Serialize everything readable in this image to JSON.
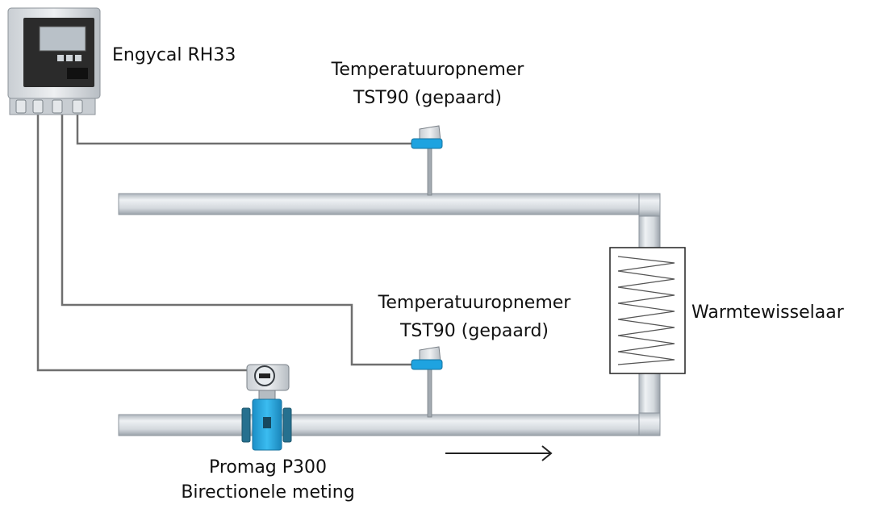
{
  "labels": {
    "calculator": "Engycal RH33",
    "sensor_top_line1": "Temperatuuropnemer",
    "sensor_top_line2": "TST90 (gepaard)",
    "sensor_bottom_line1": "Temperatuuropnemer",
    "sensor_bottom_line2": "TST90 (gepaard)",
    "heat_exchanger": "Warmtewisselaar",
    "flowmeter_line1": "Promag P300",
    "flowmeter_line2": "Birectionele meting"
  },
  "colors": {
    "pipe_fill": "#d4d9df",
    "pipe_edge": "#8e969e",
    "cable": "#6f6f6f",
    "device_blue": "#1ea3e0",
    "device_grey": "#9aa4ad",
    "text": "#111111"
  },
  "icons": {
    "calculator": "calculator-device-icon",
    "sensor": "temperature-sensor-icon",
    "flowmeter": "electromagnetic-flowmeter-icon",
    "heat_exchanger": "coil-heat-exchanger-icon",
    "flow_direction": "arrow-right-icon"
  }
}
